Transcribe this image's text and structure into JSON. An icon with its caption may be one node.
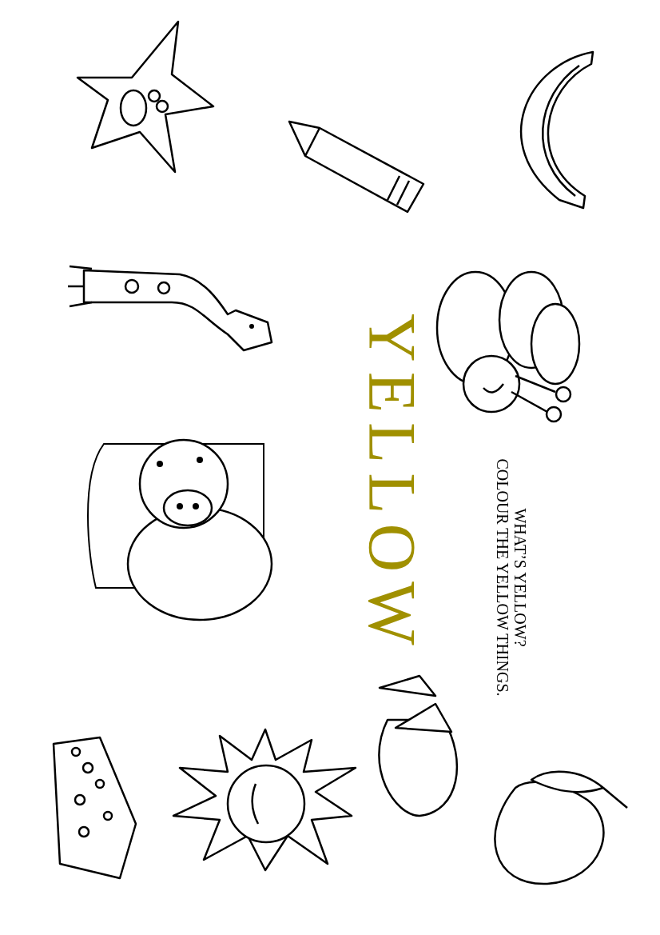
{
  "diagram": {
    "title": "YELLOW",
    "labels": [
      "WHAT’S YELLOW?",
      "COLOUR THE YELLOW THINGS."
    ]
  }
}
